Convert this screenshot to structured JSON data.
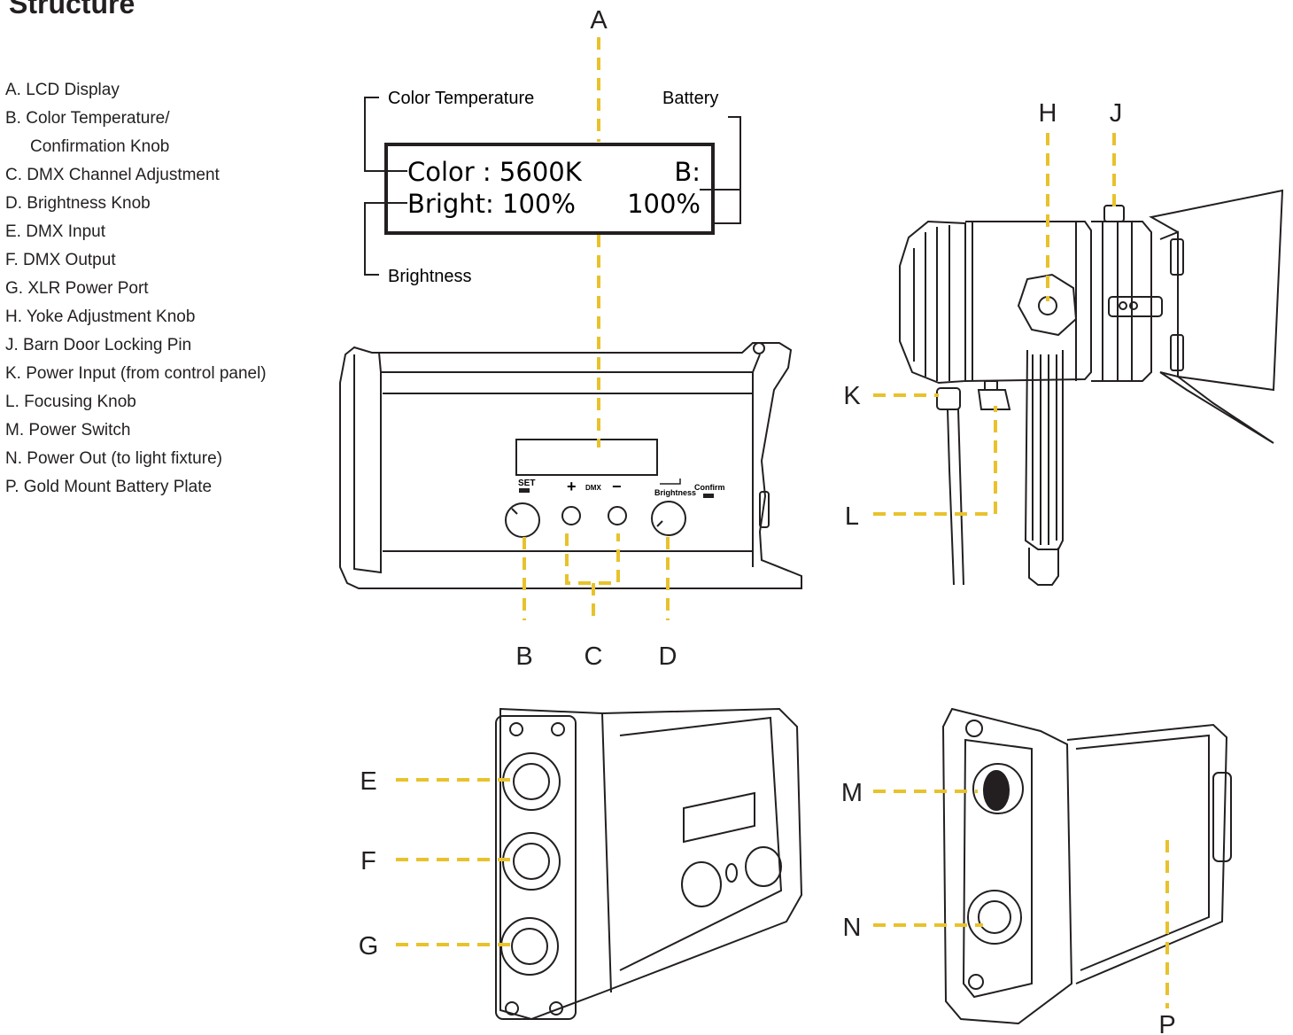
{
  "heading": "Structure",
  "legend": [
    "A. LCD Display",
    "B. Color Temperature/",
    "Confirmation Knob",
    "C. DMX Channel Adjustment",
    "D. Brightness Knob",
    "E. DMX Input",
    "F. DMX Output",
    "G. XLR Power Port",
    "H. Yoke Adjustment Knob",
    "J. Barn Door Locking Pin",
    "K. Power Input (from control panel)",
    "L. Focusing Knob",
    "M. Power Switch",
    "N. Power Out (to light fixture)",
    "P. Gold Mount Battery Plate"
  ],
  "lcd": {
    "color_temperature_label": "Color Temperature",
    "battery_label": "Battery",
    "brightness_label": "Brightness",
    "line1_left": "Color : 5600K",
    "line1_right": "B:",
    "line2_left": "Bright: 100%",
    "line2_right": "100%"
  },
  "panel": {
    "set_label": "SET",
    "plus_label": "+",
    "dmx_label": "DMX",
    "minus_label": "−",
    "brightness_label": "Brightness",
    "confirm_label": "Confirm"
  },
  "callouts": {
    "a": "A",
    "b": "B",
    "c": "C",
    "d": "D",
    "e": "E",
    "f": "F",
    "g": "G",
    "h": "H",
    "j": "J",
    "k": "K",
    "l": "L",
    "m": "M",
    "n": "N",
    "p": "P"
  },
  "colors": {
    "leader": "#e8c22c",
    "line": "#231f20"
  }
}
